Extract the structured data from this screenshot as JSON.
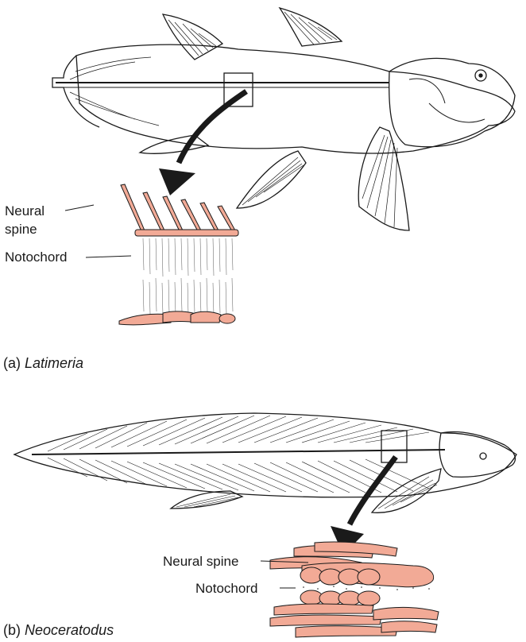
{
  "panel_a": {
    "caption_letter": "(a)",
    "caption_name": "Latimeria",
    "labels": {
      "neural_spine_line1": "Neural",
      "neural_spine_line2": "spine",
      "notochord": "Notochord"
    }
  },
  "panel_b": {
    "caption_letter": "(b)",
    "caption_name": "Neoceratodus",
    "labels": {
      "neural_spine": "Neural spine",
      "notochord": "Notochord"
    }
  },
  "colors": {
    "bone": "#f2aa96",
    "ink": "#1a1a1a"
  }
}
